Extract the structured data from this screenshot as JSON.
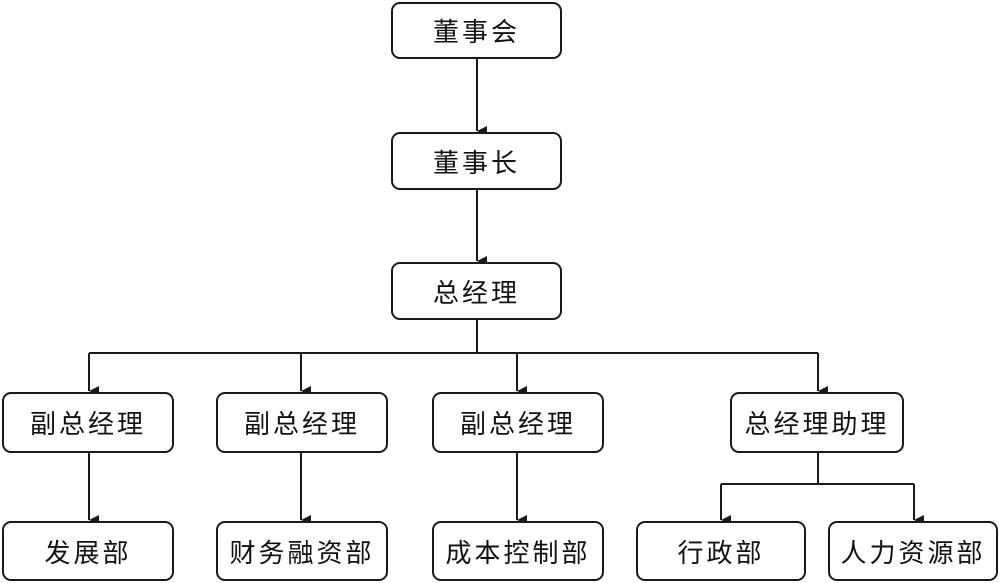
{
  "nodes": {
    "board": "董事会",
    "chairman": "董事长",
    "gm": "总经理",
    "vgm1": "副总经理",
    "vgm2": "副总经理",
    "vgm3": "副总经理",
    "gm_assistant": "总经理助理",
    "dev_dept": "发展部",
    "finance_dept": "财务融资部",
    "cost_dept": "成本控制部",
    "admin_dept": "行政部",
    "hr_dept": "人力资源部"
  },
  "colors": {
    "line": "#1a1a1a",
    "box_border": "#1a1a1a",
    "text": "#111111"
  }
}
